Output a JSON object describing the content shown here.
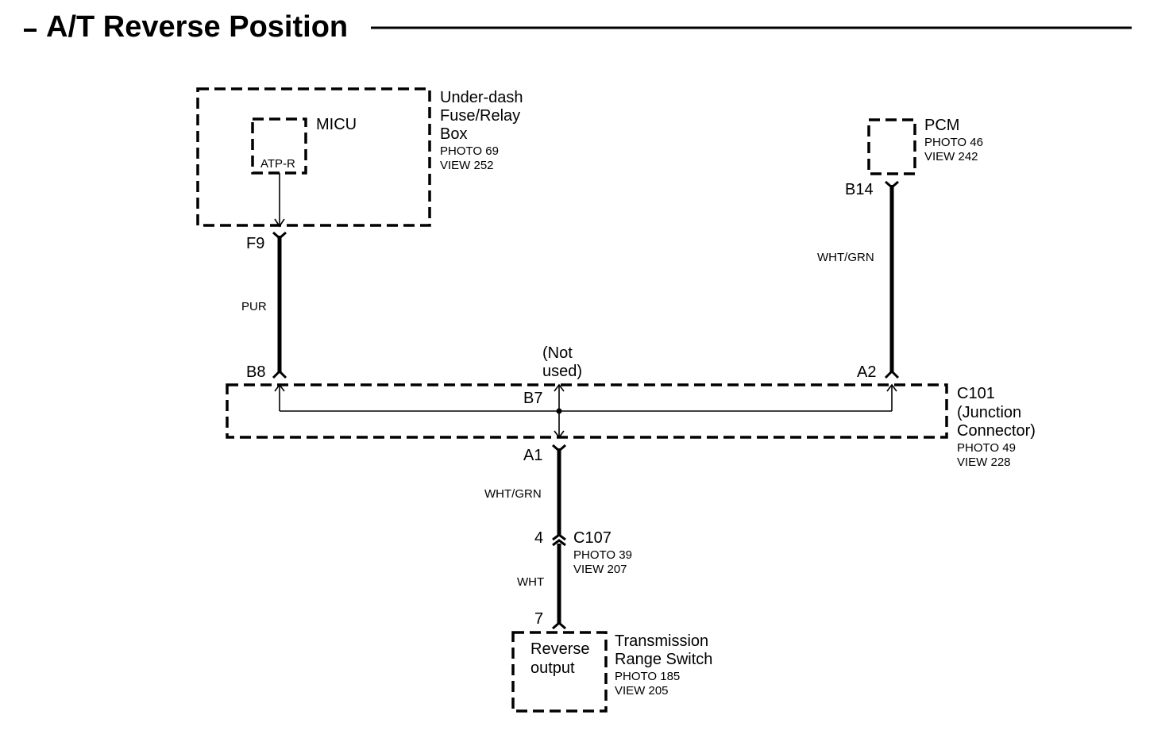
{
  "title": "A/T Reverse Position",
  "micu": {
    "label": "MICU",
    "pin_label": "ATP-R",
    "box_name": [
      "Under-dash",
      "Fuse/Relay",
      "Box"
    ],
    "photo": "PHOTO 69",
    "view": "VIEW 252",
    "terminal": "F9",
    "wire_color": "PUR"
  },
  "pcm": {
    "label": "PCM",
    "photo": "PHOTO 46",
    "view": "VIEW 242",
    "terminal": "B14",
    "wire_color": "WHT/GRN"
  },
  "c101": {
    "name": [
      "C101",
      "(Junction",
      "Connector)"
    ],
    "photo": "PHOTO 49",
    "view": "VIEW 228",
    "pin_b8": "B8",
    "pin_a2": "A2",
    "pin_b7": "B7",
    "pin_a1": "A1",
    "not_used": [
      "(Not",
      "used)"
    ]
  },
  "lower_wire": {
    "wire_color": "WHT/GRN"
  },
  "c107": {
    "name": "C107",
    "photo": "PHOTO 39",
    "view": "VIEW 207",
    "pin": "4",
    "wire_color": "WHT"
  },
  "trs": {
    "pin": "7",
    "inner": [
      "Reverse",
      "output"
    ],
    "name": [
      "Transmission",
      "Range Switch"
    ],
    "photo": "PHOTO 185",
    "view": "VIEW 205"
  }
}
